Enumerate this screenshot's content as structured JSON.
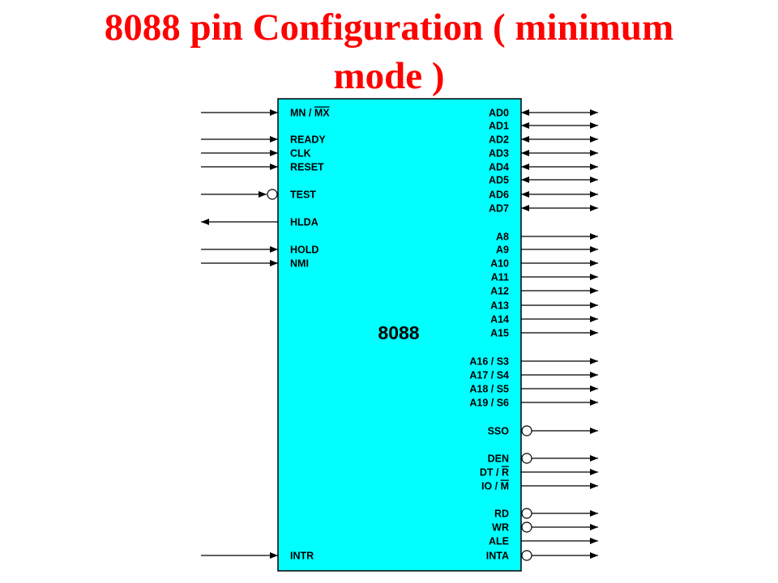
{
  "title": {
    "line1": "8088 pin Configuration ( minimum",
    "line2": "mode )",
    "color": "#ff0000"
  },
  "chip": {
    "label": "8088",
    "fill_color": "#00ffff",
    "line_color": "#000000",
    "left_pins": [
      {
        "id": "mn-mx",
        "text": "MN / ",
        "overbar": "MX",
        "dir": "in",
        "bubble": false
      },
      {
        "id": "ready",
        "text": "READY",
        "dir": "in",
        "bubble": false
      },
      {
        "id": "clk",
        "text": "CLK",
        "dir": "in",
        "bubble": false
      },
      {
        "id": "reset",
        "text": "RESET",
        "dir": "in",
        "bubble": false
      },
      {
        "id": "test",
        "text": "TEST",
        "dir": "in",
        "bubble": true
      },
      {
        "id": "hlda",
        "text": "HLDA",
        "dir": "out",
        "bubble": false
      },
      {
        "id": "hold",
        "text": "HOLD",
        "dir": "in",
        "bubble": false
      },
      {
        "id": "nmi",
        "text": "NMI",
        "dir": "in",
        "bubble": false
      },
      {
        "id": "intr",
        "text": "INTR",
        "dir": "in",
        "bubble": false
      }
    ],
    "right_pins": [
      {
        "id": "ad0",
        "text": "AD0",
        "dir": "bi",
        "bubble": false
      },
      {
        "id": "ad1",
        "text": "AD1",
        "dir": "bi",
        "bubble": false
      },
      {
        "id": "ad2",
        "text": "AD2",
        "dir": "bi",
        "bubble": false
      },
      {
        "id": "ad3",
        "text": "AD3",
        "dir": "bi",
        "bubble": false
      },
      {
        "id": "ad4",
        "text": "AD4",
        "dir": "bi",
        "bubble": false
      },
      {
        "id": "ad5",
        "text": "AD5",
        "dir": "bi",
        "bubble": false
      },
      {
        "id": "ad6",
        "text": "AD6",
        "dir": "bi",
        "bubble": false
      },
      {
        "id": "ad7",
        "text": "AD7",
        "dir": "bi",
        "bubble": false
      },
      {
        "id": "a8",
        "text": "A8",
        "dir": "out",
        "bubble": false
      },
      {
        "id": "a9",
        "text": "A9",
        "dir": "out",
        "bubble": false
      },
      {
        "id": "a10",
        "text": "A10",
        "dir": "out",
        "bubble": false
      },
      {
        "id": "a11",
        "text": "A11",
        "dir": "out",
        "bubble": false
      },
      {
        "id": "a12",
        "text": "A12",
        "dir": "out",
        "bubble": false
      },
      {
        "id": "a13",
        "text": "A13",
        "dir": "out",
        "bubble": false
      },
      {
        "id": "a14",
        "text": "A14",
        "dir": "out",
        "bubble": false
      },
      {
        "id": "a15",
        "text": "A15",
        "dir": "out",
        "bubble": false
      },
      {
        "id": "a16-s3",
        "text": "A16 / S3",
        "dir": "out",
        "bubble": false
      },
      {
        "id": "a17-s4",
        "text": "A17 / S4",
        "dir": "out",
        "bubble": false
      },
      {
        "id": "a18-s5",
        "text": "A18 / S5",
        "dir": "out",
        "bubble": false
      },
      {
        "id": "a19-s6",
        "text": "A19 / S6",
        "dir": "out",
        "bubble": false
      },
      {
        "id": "sso",
        "text": "SSO",
        "dir": "out",
        "bubble": true
      },
      {
        "id": "den",
        "text": "DEN",
        "dir": "out",
        "bubble": true
      },
      {
        "id": "dt-r",
        "text": "DT / ",
        "overbar": "R",
        "dir": "out",
        "bubble": false
      },
      {
        "id": "io-m",
        "text": "IO / ",
        "overbar": "M",
        "dir": "out",
        "bubble": false
      },
      {
        "id": "rd",
        "text": "RD",
        "dir": "out",
        "bubble": true
      },
      {
        "id": "wr",
        "text": "WR",
        "dir": "out",
        "bubble": true
      },
      {
        "id": "ale",
        "text": "ALE",
        "dir": "out",
        "bubble": false
      },
      {
        "id": "inta",
        "text": "INTA",
        "dir": "out",
        "bubble": true
      }
    ]
  }
}
